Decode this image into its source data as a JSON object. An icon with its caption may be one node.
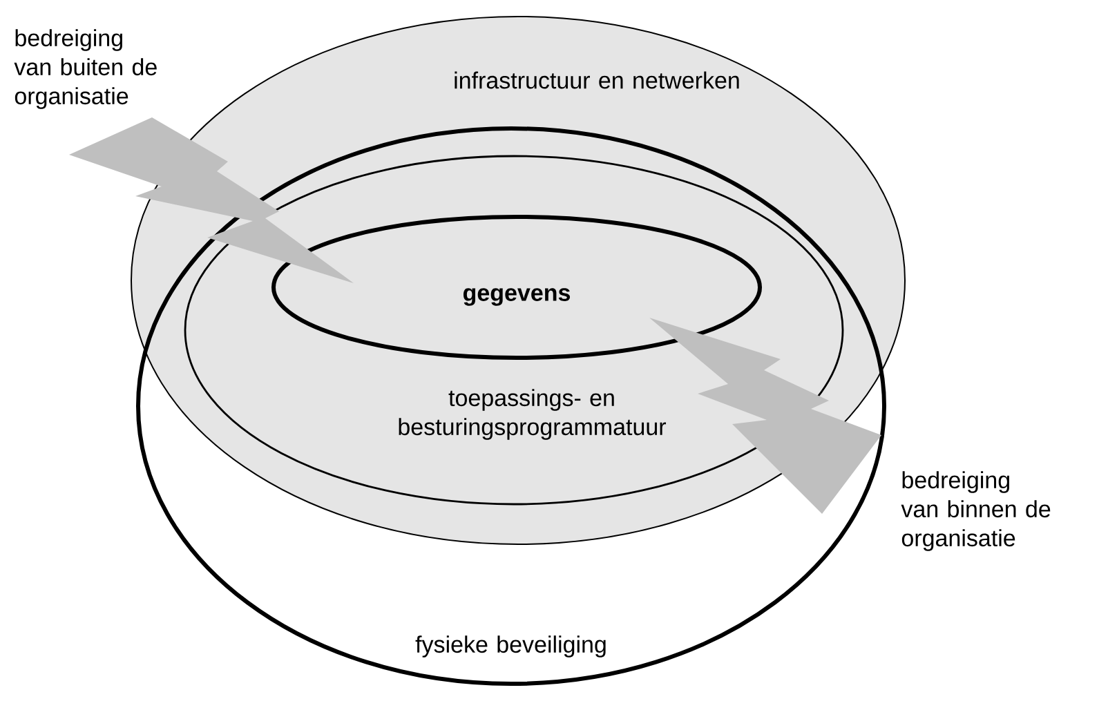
{
  "diagram": {
    "nodes": [
      {
        "text": [
          "bedreiging van buiten de organisatie"
        ]
      },
      {
        "text": [
          "infrastructuur en netwerken"
        ]
      },
      {
        "text": [
          "fysieke beveiliging"
        ]
      },
      {
        "text": [
          "toepassings- en besturingsprogrammatuur"
        ]
      },
      {
        "text": [
          "gegevens"
        ],
        "in": 3
      },
      {
        "text": [
          "bedreiging van binnen de organisatie"
        ]
      }
    ],
    "edges": [
      {
        "from": 4,
        "to": 0,
        "arrow": "to"
      },
      {
        "from": 4,
        "to": 5,
        "arrow": "to"
      }
    ]
  }
}
